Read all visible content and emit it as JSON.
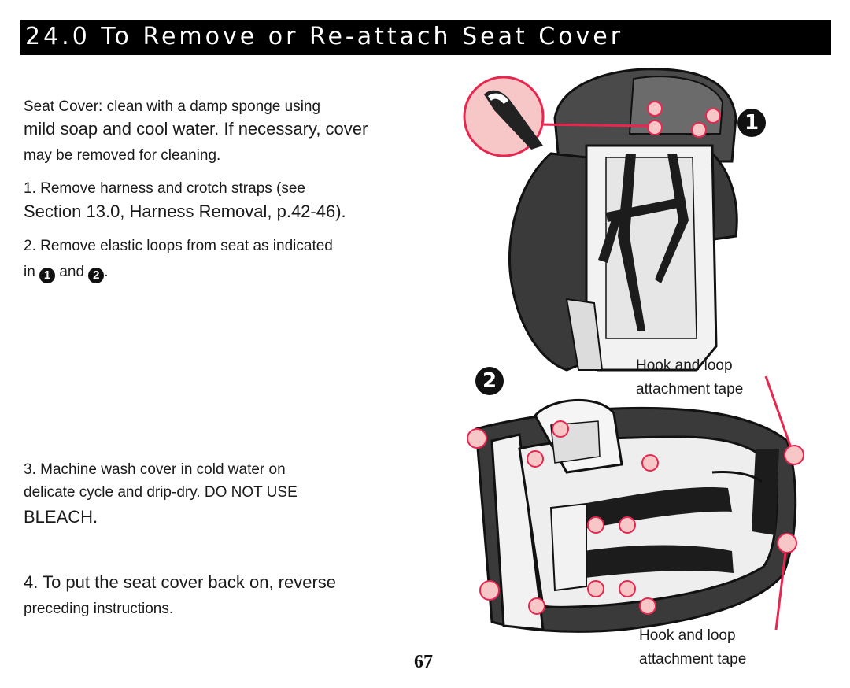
{
  "header": {
    "title": "24.0 To Remove or Re-attach Seat Cover"
  },
  "instructions": {
    "intro_line1": "Seat Cover: clean with a damp sponge using",
    "intro_line2": "mild soap and cool water. If necessary, cover",
    "intro_line3": "may be removed for cleaning.",
    "step1_line1": "1. Remove harness and crotch straps (see",
    "step1_line2": "Section 13.0, Harness Removal, p.42-46).",
    "step2_line1": "2. Remove elastic loops from seat as indicated",
    "step2_in": "in",
    "step2_and": "and",
    "step2_period": ".",
    "step3_line1": "3. Machine wash cover in cold water on",
    "step3_line2": "delicate cycle and drip-dry. DO NOT USE",
    "step3_line3": "BLEACH.",
    "step4_line1": "4. To put the seat cover back on, reverse",
    "step4_line2": "preceding instructions."
  },
  "markers": {
    "one": "1",
    "two": "2"
  },
  "callouts": {
    "top_line1": "Hook and loop",
    "top_line2": "attachment tape",
    "bottom_line1": "Hook and loop",
    "bottom_line2": "attachment tape"
  },
  "page_number": "67",
  "colors": {
    "header_bg": "#000000",
    "highlight": "#e8264f",
    "highlight_fill": "#f7c6c6",
    "seat_dark": "#3a3a3a"
  }
}
